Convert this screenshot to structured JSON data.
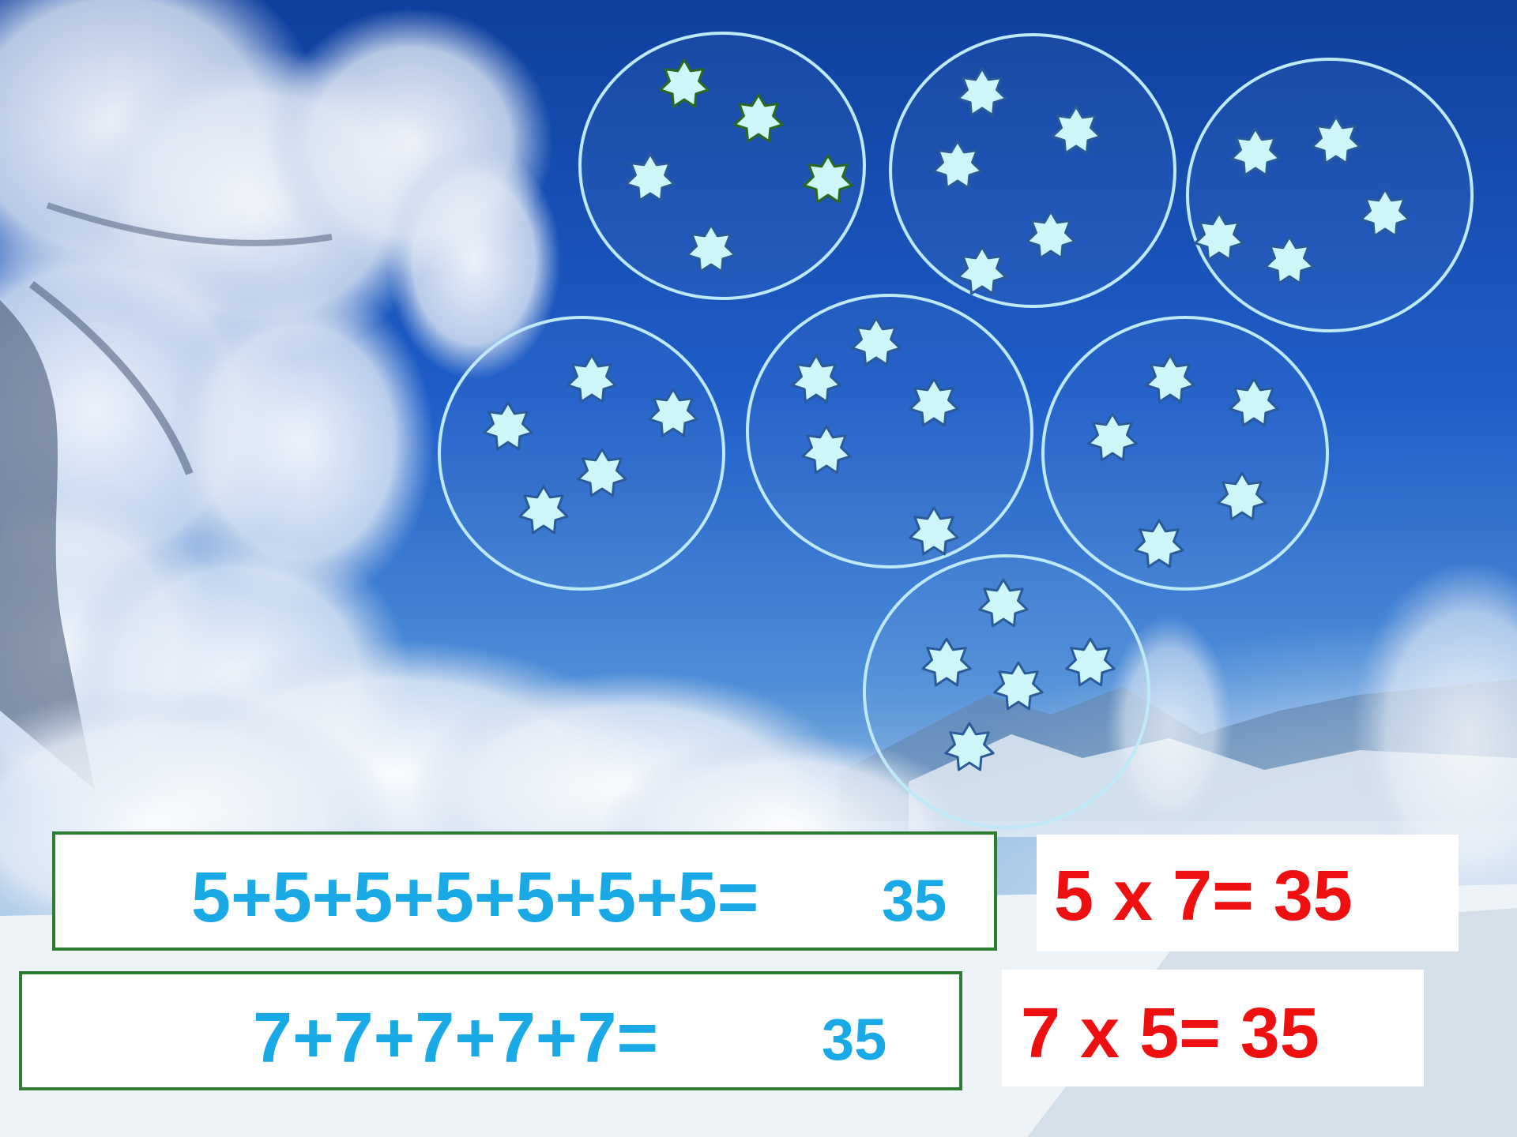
{
  "colors": {
    "sky": "#1e5ec8",
    "circle_outline": "#bfe9f6",
    "star_fill": "#ccf6f8",
    "star_stroke_blue": "#2a5b98",
    "star_stroke_green": "#2a6a1e",
    "box_border": "#2f7d32",
    "sum_text": "#19a9e6",
    "product_text": "#ee1010"
  },
  "groups": [
    {
      "star_count": 5,
      "highlighted_stars": 3
    },
    {
      "star_count": 5
    },
    {
      "star_count": 5
    },
    {
      "star_count": 5
    },
    {
      "star_count": 5
    },
    {
      "star_count": 5
    },
    {
      "star_count": 5
    }
  ],
  "equations": {
    "sum_of_fives": {
      "expression": "5+5+5+5+5+5+5=",
      "result": "35"
    },
    "sum_of_sevens": {
      "expression": "7+7+7+7+7=",
      "result": "35"
    },
    "product_5x7": {
      "text": "5 х 7= 35"
    },
    "product_7x5": {
      "text": "7 х 5= 35"
    }
  }
}
